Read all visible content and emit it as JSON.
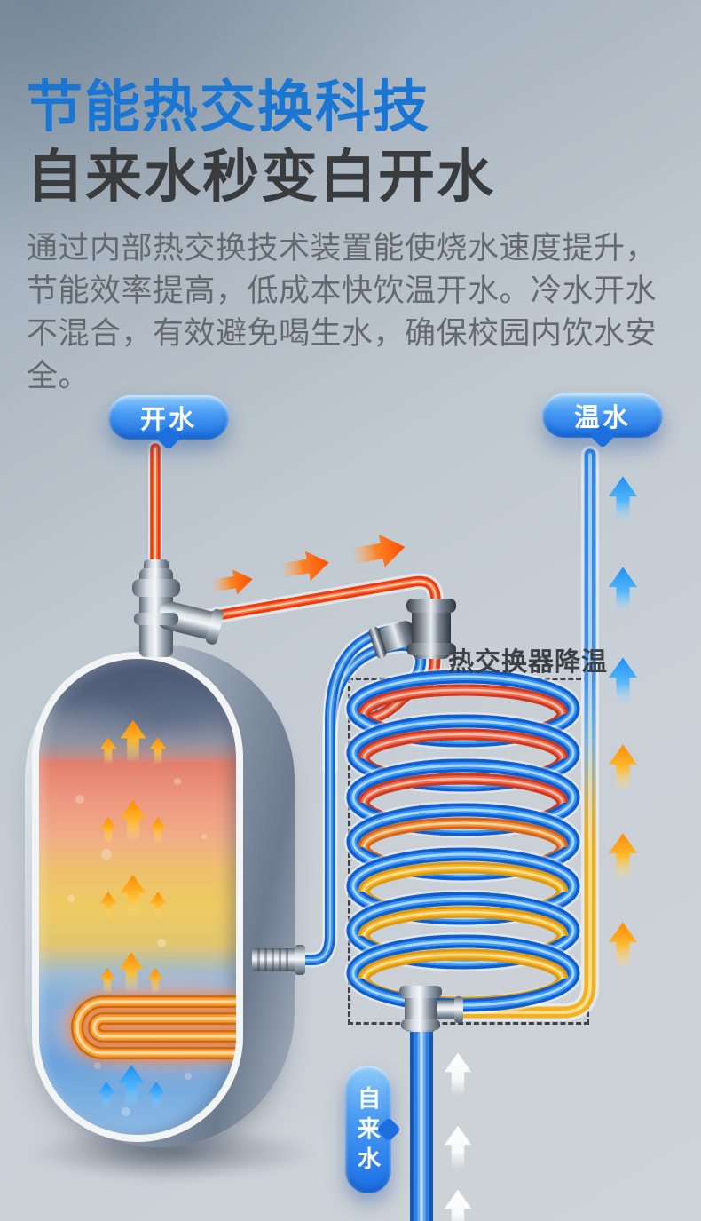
{
  "header": {
    "title_accent": "节能热交换科技",
    "title_main": "自来水秒变白开水",
    "body_lines": [
      "通过内部热交换技术装置能使烧水速度提升，",
      "节能效率提高，低成本快饮温开水。冷水开水",
      "不混合，有效避免喝生水，确保校园内饮水安全。"
    ]
  },
  "diagram": {
    "badges": {
      "boiling": "开水",
      "warm": "温水",
      "tap": "自来水"
    },
    "heat_exchanger_label": "热交换器降温"
  },
  "colors": {
    "accent_blue": "#1b76d3",
    "headline_dark": "#3a3b3d",
    "body_text": "#63696e",
    "badge_gradient_top": "#8ecbfa",
    "badge_gradient_bottom": "#1a6fe4",
    "hot_pipe_red": "#ef3b10",
    "warm_pipe_yellow": "#f2ac18",
    "cold_pipe_blue": "#2f86ec"
  }
}
